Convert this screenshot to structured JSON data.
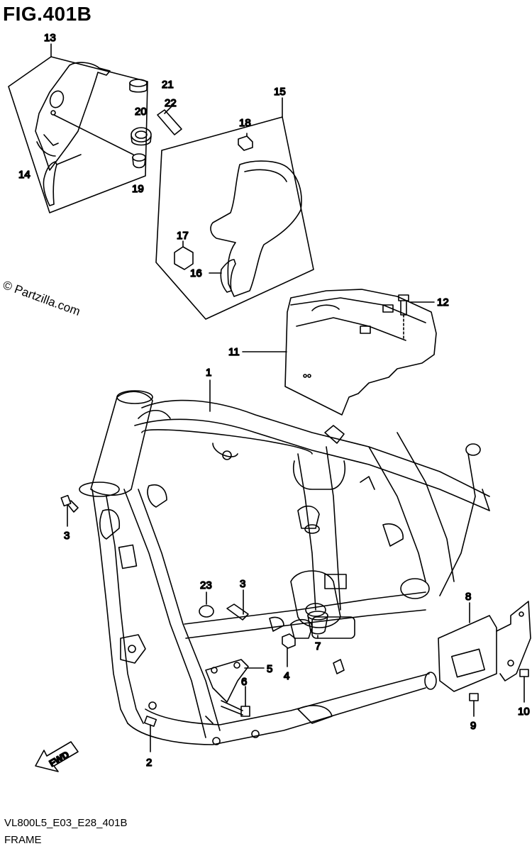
{
  "figure": {
    "title": "FIG.401B",
    "watermark": "© Partzilla.com",
    "code": "VL800L5_E03_E28_401B",
    "name": "FRAME"
  },
  "callouts": [
    {
      "id": "c1",
      "label": "1"
    },
    {
      "id": "c2",
      "label": "2"
    },
    {
      "id": "c3a",
      "label": "3"
    },
    {
      "id": "c3b",
      "label": "3"
    },
    {
      "id": "c4",
      "label": "4"
    },
    {
      "id": "c5",
      "label": "5"
    },
    {
      "id": "c6",
      "label": "6"
    },
    {
      "id": "c7",
      "label": "7"
    },
    {
      "id": "c8",
      "label": "8"
    },
    {
      "id": "c9",
      "label": "9"
    },
    {
      "id": "c10",
      "label": "10"
    },
    {
      "id": "c11",
      "label": "11"
    },
    {
      "id": "c12",
      "label": "12"
    },
    {
      "id": "c13",
      "label": "13"
    },
    {
      "id": "c14",
      "label": "14"
    },
    {
      "id": "c15",
      "label": "15"
    },
    {
      "id": "c16",
      "label": "16"
    },
    {
      "id": "c17",
      "label": "17"
    },
    {
      "id": "c18",
      "label": "18"
    },
    {
      "id": "c19",
      "label": "19"
    },
    {
      "id": "c20",
      "label": "20"
    },
    {
      "id": "c21",
      "label": "21"
    },
    {
      "id": "c22",
      "label": "22"
    },
    {
      "id": "c23",
      "label": "23"
    }
  ],
  "fwd_arrow": {
    "label": "FWD"
  },
  "colors": {
    "line": "#000000",
    "background": "#ffffff"
  }
}
